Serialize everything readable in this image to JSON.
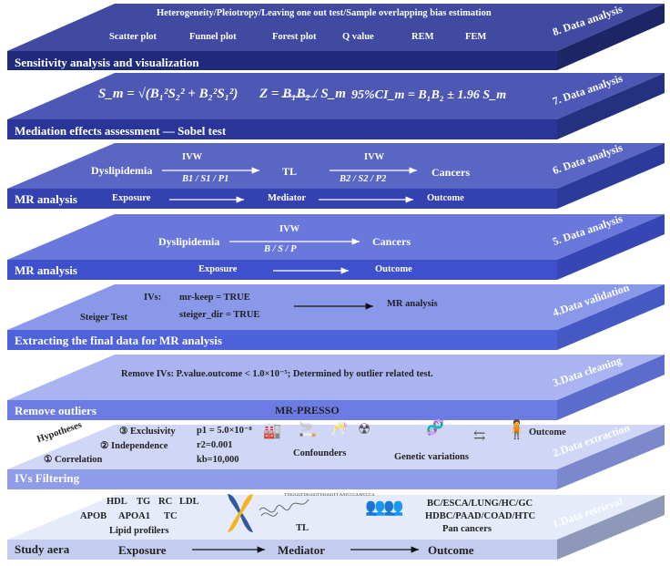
{
  "layers": [
    {
      "step": "8. Data analysis",
      "bar": "Sensitivity analysis and visualization",
      "colors": {
        "top": "#3f4aa0",
        "bar": "#1f2a7c",
        "side": "#1c2566"
      },
      "top_text": {
        "title": "Heterogeneity/Pleiotropy/Leaving one out test/Sample overlapping bias estimation",
        "items": [
          "Scatter plot",
          "Funnel plot",
          "Forest plot",
          "Q value",
          "REM",
          "FEM"
        ]
      }
    },
    {
      "step": "7. Data analysis",
      "bar": "Mediation effects assessment — Sobel test",
      "colors": {
        "top": "#4d58b4",
        "bar": "#2a3598",
        "side": "#243080"
      },
      "top_text": {
        "sm_formula": "S_m = √(B₁²S₂² + B₂²S₁²)",
        "z_formula": "Z = B₁B₂ / S_m",
        "ci_formula": "95%CI_m = B₁B₂ ± 1.96 S_m"
      }
    },
    {
      "step": "6. Data analysis",
      "bar": "MR analysis",
      "colors": {
        "top": "#5a66c4",
        "bar": "#3342b0",
        "side": "#2c3a9a"
      },
      "top_text": {
        "ivw1": "IVW",
        "ivw2": "IVW",
        "dyslipidemia": "Dyslipidemia",
        "tl": "TL",
        "cancers": "Cancers",
        "b1": "B1  /  S1  / P1",
        "b2": "B2  /  S2  / P2",
        "exposure": "Exposure",
        "mediator": "Mediator",
        "outcome": "Outcome"
      }
    },
    {
      "step": "5. Data analysis",
      "bar": "MR analysis",
      "colors": {
        "top": "#6a78dc",
        "bar": "#3f50cc",
        "side": "#3646b4"
      },
      "top_text": {
        "ivw": "IVW",
        "dyslipidemia": "Dyslipidemia",
        "cancers": "Cancers",
        "bsp": "B  /  S  /  P",
        "exposure": "Exposure",
        "outcome": "Outcome"
      }
    },
    {
      "step": "4.Data validation",
      "bar": "Extracting the final data for MR analysis",
      "colors": {
        "top": "#8a98ea",
        "bar": "#4e62dc",
        "side": "#4558c4"
      },
      "top_text": {
        "steiger": "Steiger Test",
        "ivs": "IVs:",
        "mr_keep": "mr-keep = TRUE",
        "steiger_dir": "steiger_dir = TRUE",
        "mr_analysis": "MR analysis"
      }
    },
    {
      "step": "3.Data cleaning",
      "bar": "Remove outliers",
      "colors": {
        "top": "#aab4f0",
        "bar": "#6c7ce4",
        "side": "#5c6ccc"
      },
      "top_text": {
        "remove": "Remove IVs:  P.value.outcome < 1.0×10⁻⁵; Determined by outlier related test.",
        "presso": "MR-PRESSO"
      }
    },
    {
      "step": "2.Data extraction",
      "bar": "IVs Filtering",
      "colors": {
        "top": "#d0d6f6",
        "bar": "#8e9cea",
        "side": "#7c88cc"
      },
      "top_text": {
        "hypotheses": "Hypotheses",
        "h3": "③ Exclusivity",
        "h2": "② Independence",
        "h1": "① Correlation",
        "p1": "p1 = 5.0×10⁻⁸",
        "r2": "r2=0.001",
        "kb": "kb=10,000",
        "confounders": "Confounders",
        "genetic": "Genetic variations",
        "outcome": "Outcome"
      }
    },
    {
      "step": "1.Data retrieval",
      "bar": "Study aera",
      "colors": {
        "top": "#e6ebfa",
        "bar": "#c4cdf0",
        "side": "#8e98b8"
      },
      "top_text": {
        "hdl": "HDL",
        "tg": "TG",
        "rc": "RC",
        "ldl": "LDL",
        "apob": "APOB",
        "apoa1": "APOA1",
        "tc": "TC",
        "lipid": "Lipid profilers",
        "tl": "TL",
        "dna_seq": "TTAGGGTTAGGGTTAGGGTT AATCCCAATCCCA",
        "cancers1": "BC/ESCA/LUNG/HC/GC",
        "cancers2": "HDBC/PAAD/COAD/HTC",
        "pan": "Pan cancers",
        "exposure": "Exposure",
        "mediator": "Mediator",
        "outcome": "Outcome"
      }
    }
  ]
}
